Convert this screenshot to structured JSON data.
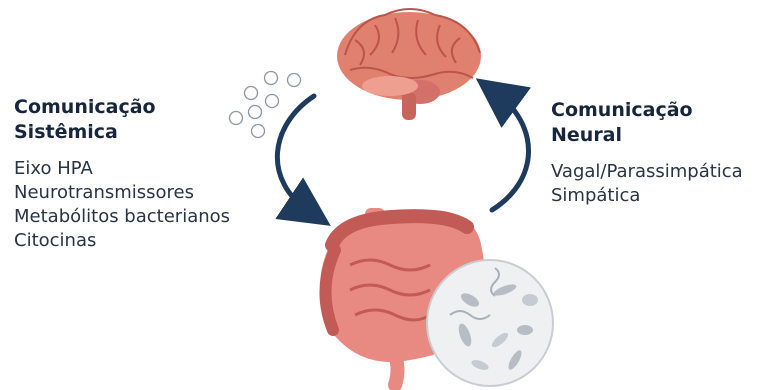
{
  "systemic": {
    "title_line1": "Comunicação",
    "title_line2": "Sistêmica",
    "items": [
      "Eixo HPA",
      "Neurotransmissores",
      "Metabólitos bacterianos",
      "Citocinas"
    ]
  },
  "neural": {
    "title_line1": "Comunicação",
    "title_line2": "Neural",
    "items": [
      "Vagal/Parassimpática",
      "Simpática"
    ]
  },
  "colors": {
    "arrow": "#1e3a5c",
    "brain": "#e0806f",
    "brain_dark": "#b9554a",
    "gut": "#e88a82",
    "gut_dark": "#c25a55",
    "microbe_circle": "#eef0f2"
  },
  "icons": [
    "brain-icon",
    "intestine-icon",
    "microbiota-icon",
    "molecules-icon"
  ]
}
